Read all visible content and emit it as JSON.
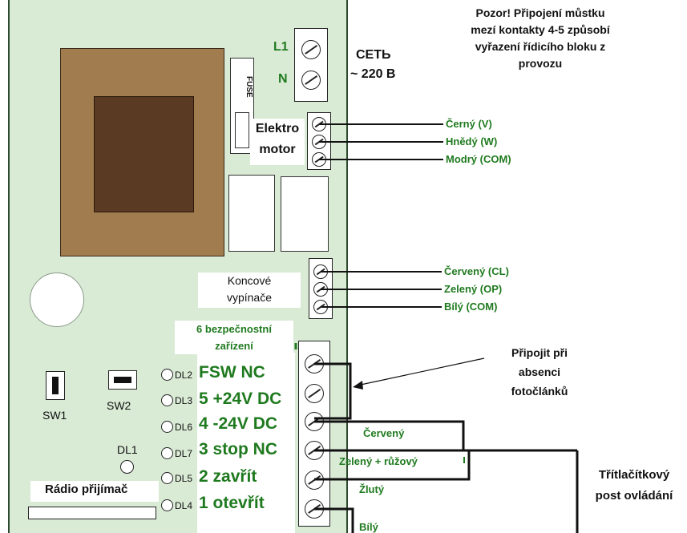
{
  "warning": {
    "line1": "Pozor! Připojení můstku",
    "line2": "mezí kontakty 4-5 způsobí",
    "line3": "vyřazení řídicího bloku z",
    "line4": "provozu"
  },
  "mains": {
    "l1": "L1",
    "n": "N",
    "label1": "СЕТЬ",
    "label2": "~ 220 В"
  },
  "fuse": "FUSE",
  "motor": {
    "label1": "Elektro",
    "label2": "motor",
    "wires": [
      "Černý (V)",
      "Hnědý (W)",
      "Modrý (COM)"
    ]
  },
  "limit_switches": {
    "label1": "Koncové",
    "label2": "vypínače",
    "wires": [
      "Červený (CL)",
      "Zelený (OP)",
      "Bílý (COM)"
    ]
  },
  "safety": {
    "label1": "6 bezpečnostní",
    "label2": "zařízení"
  },
  "terminals": [
    "FSW NC",
    "5 +24V DC",
    "4 -24V DC",
    "3 stop NC",
    "2 zavřít",
    "1 otevřít"
  ],
  "leds": [
    "DL2",
    "DL3",
    "DL6",
    "DL7",
    "DL5",
    "DL4"
  ],
  "dl1": "DL1",
  "switches": [
    "SW1",
    "SW2"
  ],
  "radio": "Rádio přijímač",
  "photocell_note": {
    "line1": "Připojit při",
    "line2": "absenci",
    "line3": "fotočlánků"
  },
  "button_wires": [
    "Červený",
    "Zelený + růžový",
    "Žlutý",
    "Bílý"
  ],
  "button_post": {
    "line1": "Třítlačítkový",
    "line2": "post ovládání"
  }
}
